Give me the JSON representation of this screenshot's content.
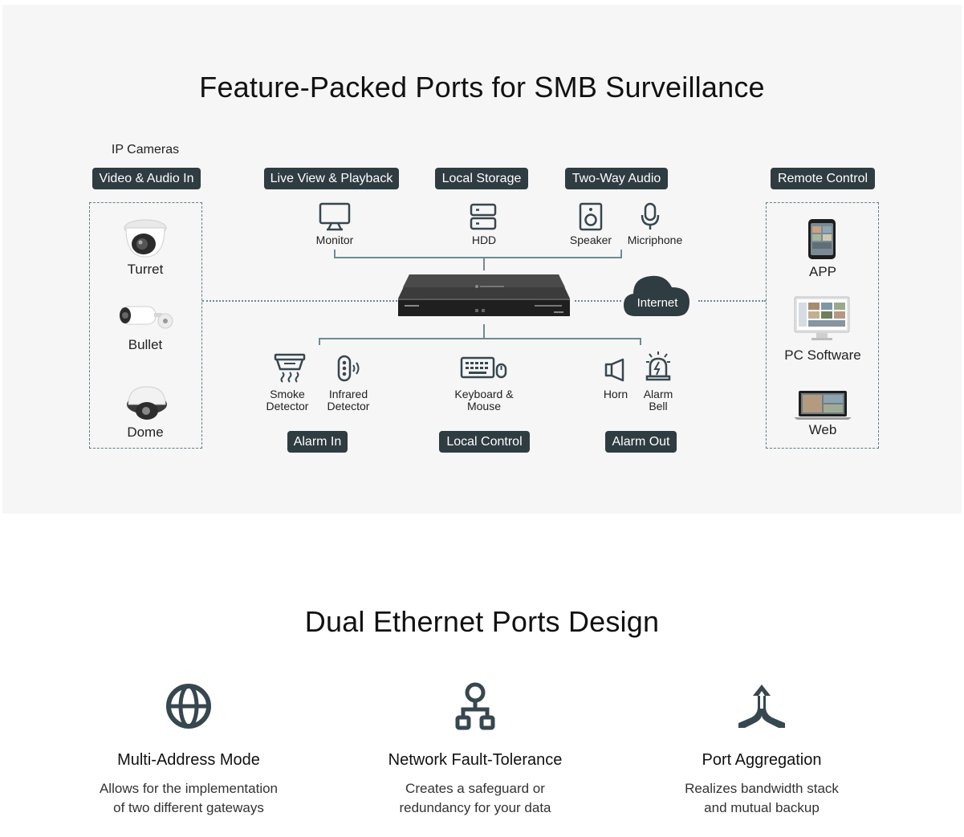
{
  "diagram": {
    "title": "Feature-Packed Ports for SMB Surveillance",
    "left": {
      "caption": "IP Cameras",
      "pill": "Video & Audio In",
      "items": [
        "Turret",
        "Bullet",
        "Dome"
      ]
    },
    "top_pills": [
      "Live View & Playback",
      "Local Storage",
      "Two-Way Audio"
    ],
    "top_items": [
      "Monitor",
      "HDD",
      "Speaker",
      "Micriphone"
    ],
    "internet": "Internet",
    "right": {
      "pill": "Remote Control",
      "items": [
        "APP",
        "PC Software",
        "Web"
      ]
    },
    "bottom_items": {
      "smoke": [
        "Smoke",
        "Detector"
      ],
      "infrared": [
        "Infrared",
        "Detector"
      ],
      "keyboard": [
        "Keyboard &",
        "Mouse"
      ],
      "horn": "Horn",
      "bell": [
        "Alarm",
        "Bell"
      ]
    },
    "bottom_pills": [
      "Alarm In",
      "Local Control",
      "Alarm Out"
    ]
  },
  "section2": {
    "title": "Dual Ethernet Ports Design",
    "features": [
      {
        "icon": "globe-icon",
        "title": "Multi-Address Mode",
        "desc1": "Allows for the implementation",
        "desc2": "of two different gateways"
      },
      {
        "icon": "network-tree-icon",
        "title": "Network Fault-Tolerance",
        "desc1": "Creates a safeguard or",
        "desc2": "redundancy for your data"
      },
      {
        "icon": "merge-arrow-icon",
        "title": "Port Aggregation",
        "desc1": "Realizes bandwidth stack",
        "desc2": "and mutual backup"
      }
    ]
  },
  "colors": {
    "pill": "#2f3c42",
    "panel": "#f6f6f6",
    "line": "#6e8b93",
    "icon": "#37474f"
  }
}
